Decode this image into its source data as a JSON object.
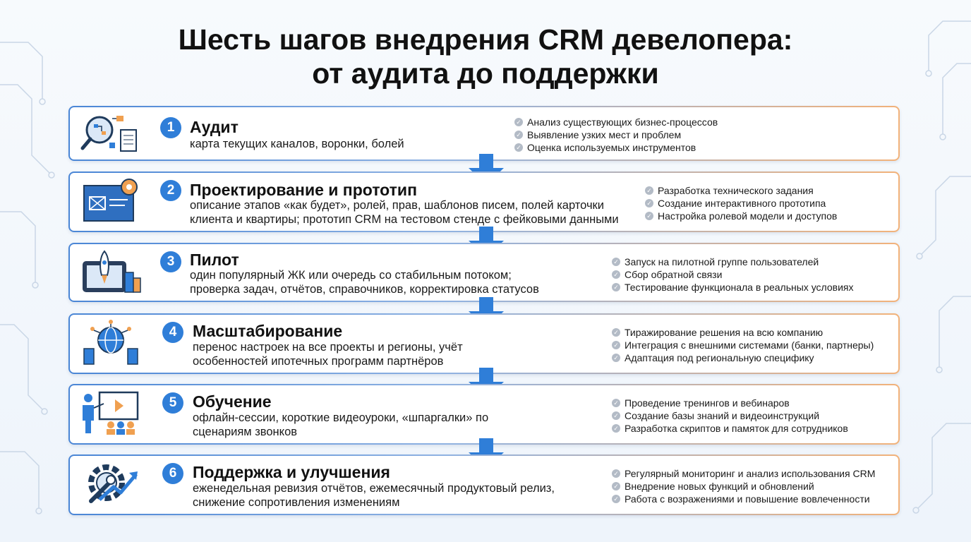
{
  "title_line1": "Шесть шагов внедрения CRM девелопера:",
  "title_line2": "от аудита до поддержки",
  "colors": {
    "accent": "#2f7ed8",
    "arrow": "#2f7ed8",
    "border_left": "#4a86d6",
    "border_right": "#f2b27a",
    "bullet": "#b3bbc6"
  },
  "steps": [
    {
      "number": "1",
      "icon": "audit-magnifier-flowchart-icon",
      "title": "Аудит",
      "desc": [
        "карта текущих каналов, воронки, болей"
      ],
      "bullets": [
        "Анализ существующих бизнес-процессов",
        "Выявление узких мест и проблем",
        "Оценка используемых инструментов"
      ]
    },
    {
      "number": "2",
      "icon": "blueprint-gear-icon",
      "title": "Проектирование и прототип",
      "desc": [
        "описание этапов «как будет», ролей, прав, шаблонов писем, полей карточки",
        "клиента и квартиры; прототип CRM на тестовом стенде с фейковыми данными"
      ],
      "bullets": [
        "Разработка технического задания",
        "Создание интерактивного прототипа",
        "Настройка ролевой модели и доступов"
      ]
    },
    {
      "number": "3",
      "icon": "rocket-tablet-icon",
      "title": "Пилот",
      "desc": [
        "один популярный ЖК или очередь со стабильным потоком;",
        "проверка задач, отчётов, справочников, корректировка статусов"
      ],
      "bullets": [
        "Запуск на пилотной группе пользователей",
        "Сбор обратной связи",
        "Тестирование функционала в реальных условиях"
      ]
    },
    {
      "number": "4",
      "icon": "globe-network-icon",
      "title": "Масштабирование",
      "desc": [
        "перенос настроек на все проекты и регионы, учёт",
        "особенностей ипотечных программ партнёров"
      ],
      "bullets": [
        "Тиражирование решения на всю компанию",
        "Интеграция с внешними системами (банки, партнеры)",
        "Адаптация под региональную специфику"
      ]
    },
    {
      "number": "5",
      "icon": "presentation-training-icon",
      "title": "Обучение",
      "desc": [
        "офлайн-сессии, короткие видеоуроки, «шпаргалки» по",
        "сценариям звонков"
      ],
      "bullets": [
        "Проведение тренингов и вебинаров",
        "Создание базы знаний и видеоинструкций",
        "Разработка скриптов и памяток для сотрудников"
      ]
    },
    {
      "number": "6",
      "icon": "gear-wrench-growth-icon",
      "title": "Поддержка и улучшения",
      "desc": [
        "еженедельная ревизия отчётов, ежемесячный продуктовый релиз,",
        "снижение сопротивления изменениям"
      ],
      "bullets": [
        "Регулярный мониторинг и анализ использования CRM",
        "Внедрение новых функций и обновлений",
        "Работа с возражениями и повышение вовлеченности"
      ]
    }
  ]
}
